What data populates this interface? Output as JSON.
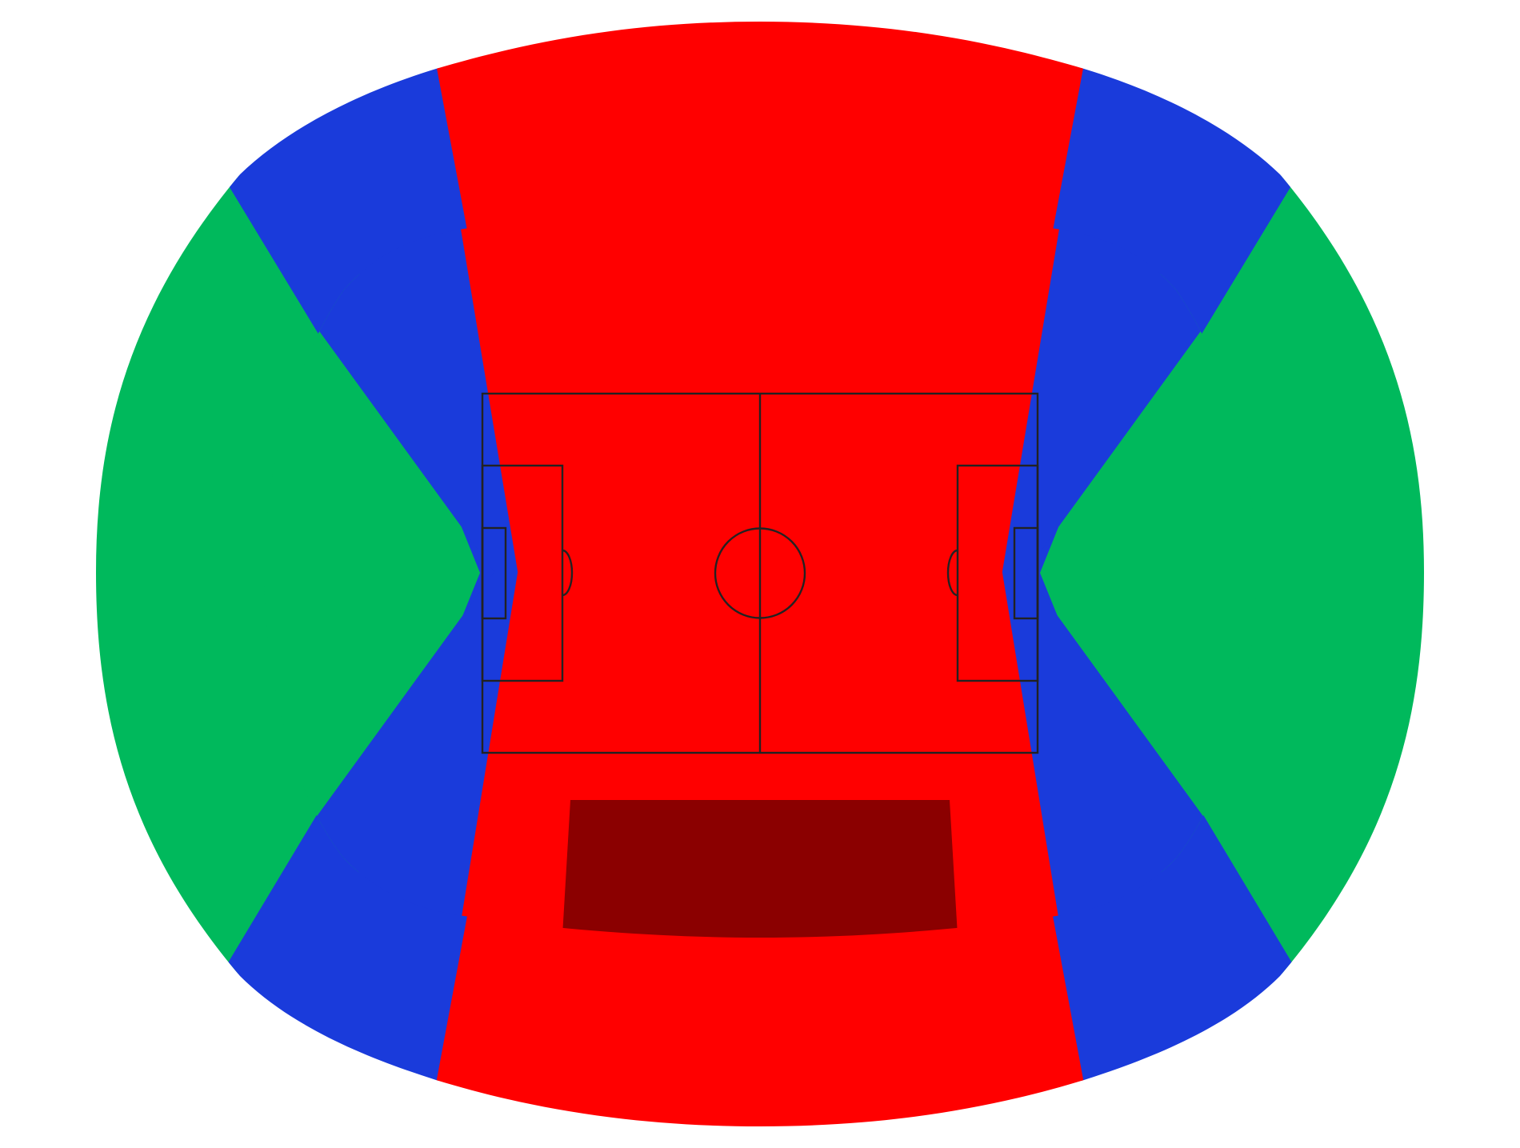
{
  "map": {
    "type": "stadium-seating-map",
    "pitch": {
      "type": "football-pitch",
      "surface_color": "#ffffff",
      "line_color": "#222222"
    },
    "colors": {
      "red": "#ff0000",
      "blue": "#1a3bdb",
      "green": "#00b95c",
      "dark_red": "#8b0000",
      "walkway": "#ffffff"
    },
    "tiers": [
      "upper",
      "lower"
    ],
    "sections": [
      {
        "id": "upper-north-west",
        "tier": "upper",
        "color_key": "red",
        "selected": false
      },
      {
        "id": "upper-north-east",
        "tier": "upper",
        "color_key": "red",
        "selected": false
      },
      {
        "id": "upper-south-west",
        "tier": "upper",
        "color_key": "red",
        "selected": false
      },
      {
        "id": "upper-south-east",
        "tier": "upper",
        "color_key": "red",
        "selected": false
      },
      {
        "id": "upper-corner-north-west",
        "tier": "upper",
        "color_key": "blue",
        "selected": false
      },
      {
        "id": "upper-corner-north-east",
        "tier": "upper",
        "color_key": "blue",
        "selected": false
      },
      {
        "id": "upper-corner-south-west",
        "tier": "upper",
        "color_key": "blue",
        "selected": false
      },
      {
        "id": "upper-corner-south-east",
        "tier": "upper",
        "color_key": "blue",
        "selected": false
      },
      {
        "id": "upper-west",
        "tier": "upper",
        "color_key": "green",
        "selected": false
      },
      {
        "id": "upper-east",
        "tier": "upper",
        "color_key": "green",
        "selected": false
      },
      {
        "id": "lower-north-west",
        "tier": "lower",
        "color_key": "red",
        "selected": false
      },
      {
        "id": "lower-north-east",
        "tier": "lower",
        "color_key": "red",
        "selected": false
      },
      {
        "id": "lower-south-west",
        "tier": "lower",
        "color_key": "red",
        "selected": false
      },
      {
        "id": "lower-south-east",
        "tier": "lower",
        "color_key": "red",
        "selected": false
      },
      {
        "id": "lower-south-center-west",
        "tier": "lower",
        "color_key": "dark_red",
        "selected": true
      },
      {
        "id": "lower-south-center-east",
        "tier": "lower",
        "color_key": "dark_red",
        "selected": true
      },
      {
        "id": "lower-corner-north-west",
        "tier": "lower",
        "color_key": "blue",
        "selected": false
      },
      {
        "id": "lower-corner-north-east",
        "tier": "lower",
        "color_key": "blue",
        "selected": false
      },
      {
        "id": "lower-corner-south-west",
        "tier": "lower",
        "color_key": "blue",
        "selected": false
      },
      {
        "id": "lower-corner-south-east",
        "tier": "lower",
        "color_key": "blue",
        "selected": false
      },
      {
        "id": "lower-west",
        "tier": "lower",
        "color_key": "green",
        "selected": false
      },
      {
        "id": "lower-east",
        "tier": "lower",
        "color_key": "green",
        "selected": false
      }
    ]
  }
}
